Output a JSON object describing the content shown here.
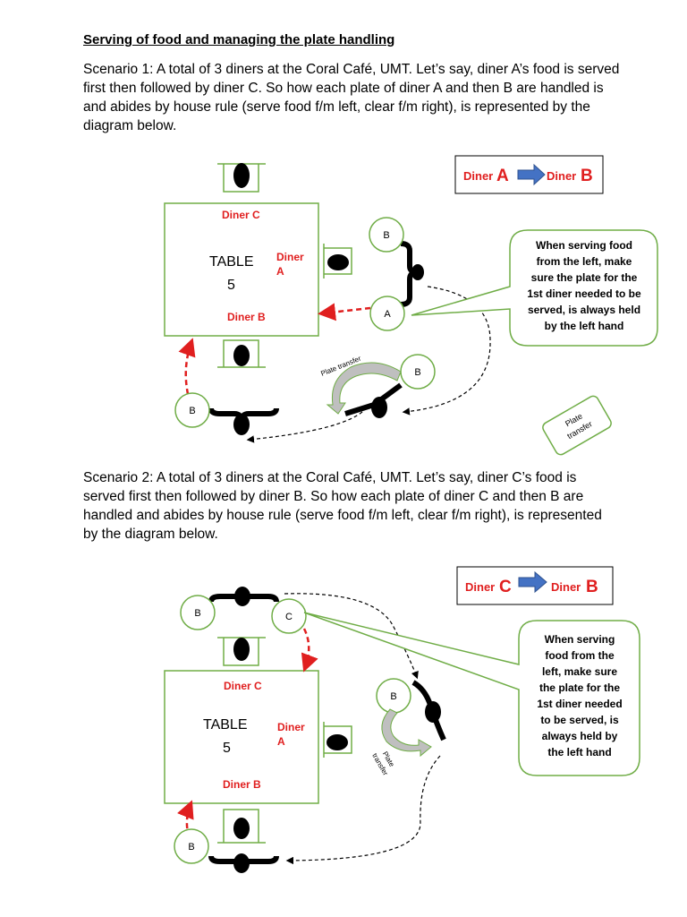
{
  "title": "Serving of food and managing the plate handling",
  "scenario1": {
    "text": "Scenario 1: A total of 3 diners at the Coral Café, UMT. Let’s say, diner A’s food is served first then followed by diner C. So how each plate of diner A and then B are handled is and abides by house rule (serve food f/m left, clear f/m right), is represented by the diagram below.",
    "legend": {
      "from_label": "Diner",
      "from_letter": "A",
      "to_label": "Diner",
      "to_letter": "B"
    },
    "table_word": "TABLE",
    "table_number": "5",
    "diner_c": "Diner C",
    "diner_a_1": "Diner",
    "diner_a_2": "A",
    "diner_b": "Diner B",
    "circle_b_top": "B",
    "circle_a": "A",
    "circle_b_mid": "B",
    "circle_b_bottom": "B",
    "plate_transfer": "Plate transfer",
    "plate_transfer_card_1": "Plate",
    "plate_transfer_card_2": "transfer",
    "callout_lines": [
      "When serving food",
      "from the left, make",
      "sure the plate for the",
      "1st diner needed to be",
      "served, is always held",
      "by the left hand"
    ]
  },
  "scenario2": {
    "text": "Scenario 2: A total of 3 diners at the Coral Café, UMT. Let’s say, diner C’s food is served first then followed by diner B. So how each plate of diner C and then B are handled and abides by house rule (serve food f/m left, clear f/m right), is represented by the diagram below.",
    "legend": {
      "from_label": "Diner",
      "from_letter": "C",
      "to_label": "Diner",
      "to_letter": "B"
    },
    "table_word": "TABLE",
    "table_number": "5",
    "diner_c": "Diner C",
    "diner_a_1": "Diner",
    "diner_a_2": "A",
    "diner_b": "Diner B",
    "circle_b_top": "B",
    "circle_c": "C",
    "circle_b_mid": "B",
    "circle_b_bottom": "B",
    "plate_transfer_1": "Plate",
    "plate_transfer_2": "transfer",
    "callout_lines": [
      "When serving",
      "food from the",
      "left, make sure",
      "the plate for the",
      "1st diner needed",
      "to be served, is",
      "always held by",
      "the left hand"
    ]
  },
  "colors": {
    "accent_red": "#e01f1f",
    "green": "#70ad47",
    "blue_arrow": "#4472c4"
  }
}
